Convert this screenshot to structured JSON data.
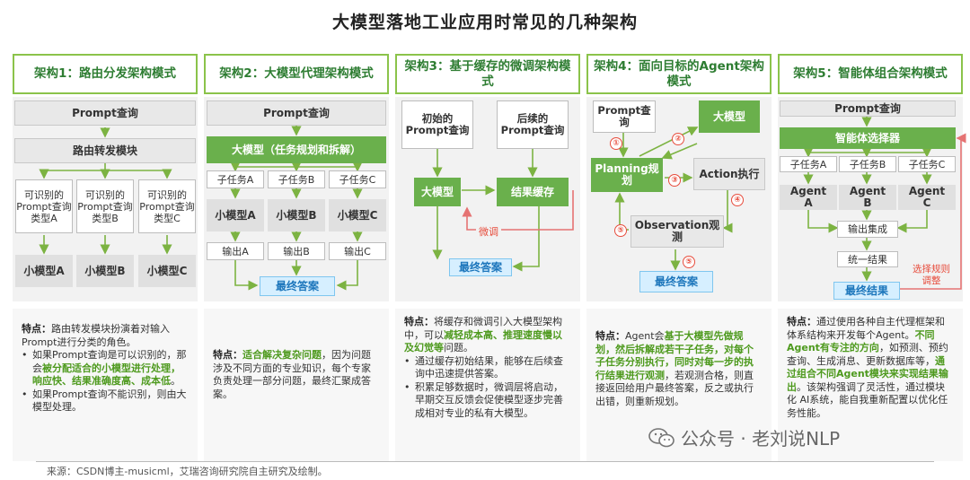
{
  "title": "大模型落地工业应用时常见的几种架构",
  "columns": [
    {
      "header": "架构1：路由分发架构模式",
      "prompt": "Prompt查询",
      "router": "路由转发模块",
      "types": [
        "可识别的Prompt查询类型A",
        "可识别的Prompt查询类型B",
        "可识别的Prompt查询类型C"
      ],
      "models": [
        "小模型A",
        "小模型B",
        "小模型C"
      ]
    },
    {
      "header": "架构2：大模型代理架构模式",
      "prompt": "Prompt查询",
      "llm": "大模型（任务规划和拆解）",
      "subtasks": [
        "子任务A",
        "子任务B",
        "子任务C"
      ],
      "models": [
        "小模型A",
        "小模型B",
        "小模型C"
      ],
      "outputs": [
        "输出A",
        "输出B",
        "输出C"
      ],
      "final": "最终答案"
    },
    {
      "header": "架构3：基于缓存的微调架构模式",
      "initial": "初始的Prompt查询",
      "later": "后续的Prompt查询",
      "llm": "大模型",
      "cache": "结果缓存",
      "finetune": "微调",
      "final": "最终答案"
    },
    {
      "header": "架构4：面向目标的Agent架构模式",
      "prompt": "Prompt查询",
      "llm": "大模型",
      "planning": "Planning规划",
      "action": "Action执行",
      "observation": "Observation观测",
      "final": "最终答案",
      "steps": [
        "①",
        "②",
        "③",
        "④",
        "⑤",
        "⑤"
      ]
    },
    {
      "header": "架构5：智能体组合架构模式",
      "prompt": "Prompt查询",
      "selector": "智能体选择器",
      "subtasks": [
        "子任务A",
        "子任务B",
        "子任务C"
      ],
      "agents": [
        "Agent A",
        "Agent B",
        "Agent C"
      ],
      "integrate": "输出集成",
      "unify": "统一结果",
      "final": "最终结果",
      "adjust": "选择规则调整"
    }
  ],
  "cards": {
    "c1": {
      "k": "特点：",
      "intro": "路由转发模块扮演着对输入Prompt进行分类的角色。",
      "b1a": "如果Prompt查询是可以识别的，那会",
      "b1h": "被分配适合的小模型进行处理，响应快、结果准确度高、成本低",
      "b1b": "。",
      "b2": "如果Prompt查询不能识别，则由大模型处理。"
    },
    "c2": {
      "k": "特点：",
      "h": "适合解决复杂问题",
      "t": "，因为问题涉及不同方面的专业知识，每个专家负责处理一部分问题，最终汇聚成答案。"
    },
    "c3": {
      "k": "特点：",
      "a": "将缓存和微调引入大模型架构中，可以",
      "h": "减轻成本高、推理速度慢以及幻觉等",
      "b": "问题。",
      "b1": "通过缓存初始结果，能够在后续查询中迅速提供答案。",
      "b2": "积累足够数据时，微调层将启动，早期交互反馈会促使模型逐步完善成相对专业的私有大模型。"
    },
    "c4": {
      "k": "特点：",
      "a": "Agent会",
      "h": "基于大模型先做规划，然后拆解成若干子任务，对每个子任务分别执行，同时对每一步的执行结果进行观测",
      "b": "，若观测合格，则直接返回给用户最终答案，反之或执行出错，则重新规划。"
    },
    "c5": {
      "k": "特点：",
      "a": "通过使用各种自主代理框架和体系结构来开发每个Agent。",
      "h1": "不同Agent有专注的方向",
      "b": "，如预测、预约查询、生成消息、更新数据库等，",
      "h2": "通过组合不同Agent模块来实现结果输出",
      "c": "。该架构强调了灵活性，通过模块化 AI系统，能自我重新配置以优化任务性能。"
    }
  },
  "source": "来源：CSDN博主-musicml，艾瑞咨询研究院自主研究及绘制。",
  "watermark": "公众号 · 老刘说NLP"
}
